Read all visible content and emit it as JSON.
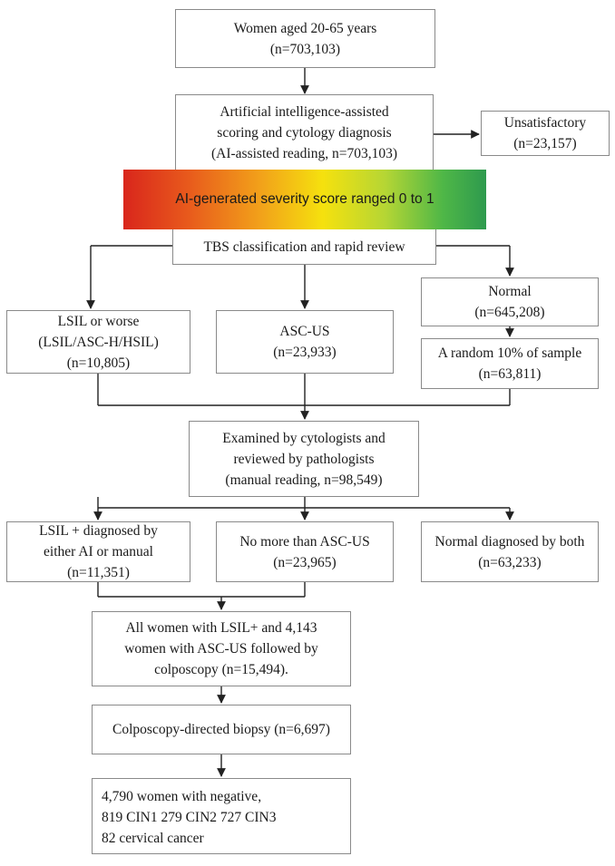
{
  "nodes": {
    "start": {
      "lines": [
        "Women aged 20-65 years",
        "(n=703,103)"
      ]
    },
    "ai_reading": {
      "lines": [
        "Artificial intelligence-assisted",
        "scoring and cytology diagnosis",
        "(AI-assisted reading, n=703,103)"
      ]
    },
    "unsatisfactory": {
      "lines": [
        "Unsatisfactory",
        "(n=23,157)"
      ]
    },
    "severity_bar": {
      "text": "AI-generated severity score ranged 0 to 1"
    },
    "tbs": {
      "lines": [
        "TBS classification and rapid review"
      ]
    },
    "lsil_worse": {
      "lines": [
        "LSIL or worse",
        "(LSIL/ASC-H/HSIL)",
        "(n=10,805)"
      ]
    },
    "ascus": {
      "lines": [
        "ASC-US",
        "(n=23,933)"
      ]
    },
    "normal": {
      "lines": [
        "Normal",
        "(n=645,208)"
      ]
    },
    "random_sample": {
      "lines": [
        "A random 10% of sample",
        "(n=63,811)"
      ]
    },
    "manual_reading": {
      "lines": [
        "Examined by cytologists and",
        "reviewed by pathologists",
        "(manual reading, n=98,549)"
      ]
    },
    "lsil_plus": {
      "lines": [
        "LSIL + diagnosed by",
        "either AI or manual",
        "(n=11,351)"
      ]
    },
    "no_more_ascus": {
      "lines": [
        "No more than ASC-US",
        "(n=23,965)"
      ]
    },
    "normal_both": {
      "lines": [
        "Normal diagnosed by both",
        "(n=63,233)"
      ]
    },
    "colposcopy": {
      "lines": [
        "All women with LSIL+ and 4,143",
        "women with ASC-US followed by",
        "colposcopy  (n=15,494)."
      ]
    },
    "biopsy": {
      "lines": [
        "Colposcopy-directed biopsy (n=6,697)"
      ]
    },
    "outcome": {
      "lines": [
        "4,790 women with negative,",
        "819 CIN1  279 CIN2   727 CIN3",
        "82 cervical cancer"
      ]
    }
  },
  "colors": {
    "border": "#8a8a8a",
    "connector": "#222222",
    "gradient_start": "#d9261c",
    "gradient_mid": "#f5e10e",
    "gradient_end": "#2e9a4e"
  }
}
